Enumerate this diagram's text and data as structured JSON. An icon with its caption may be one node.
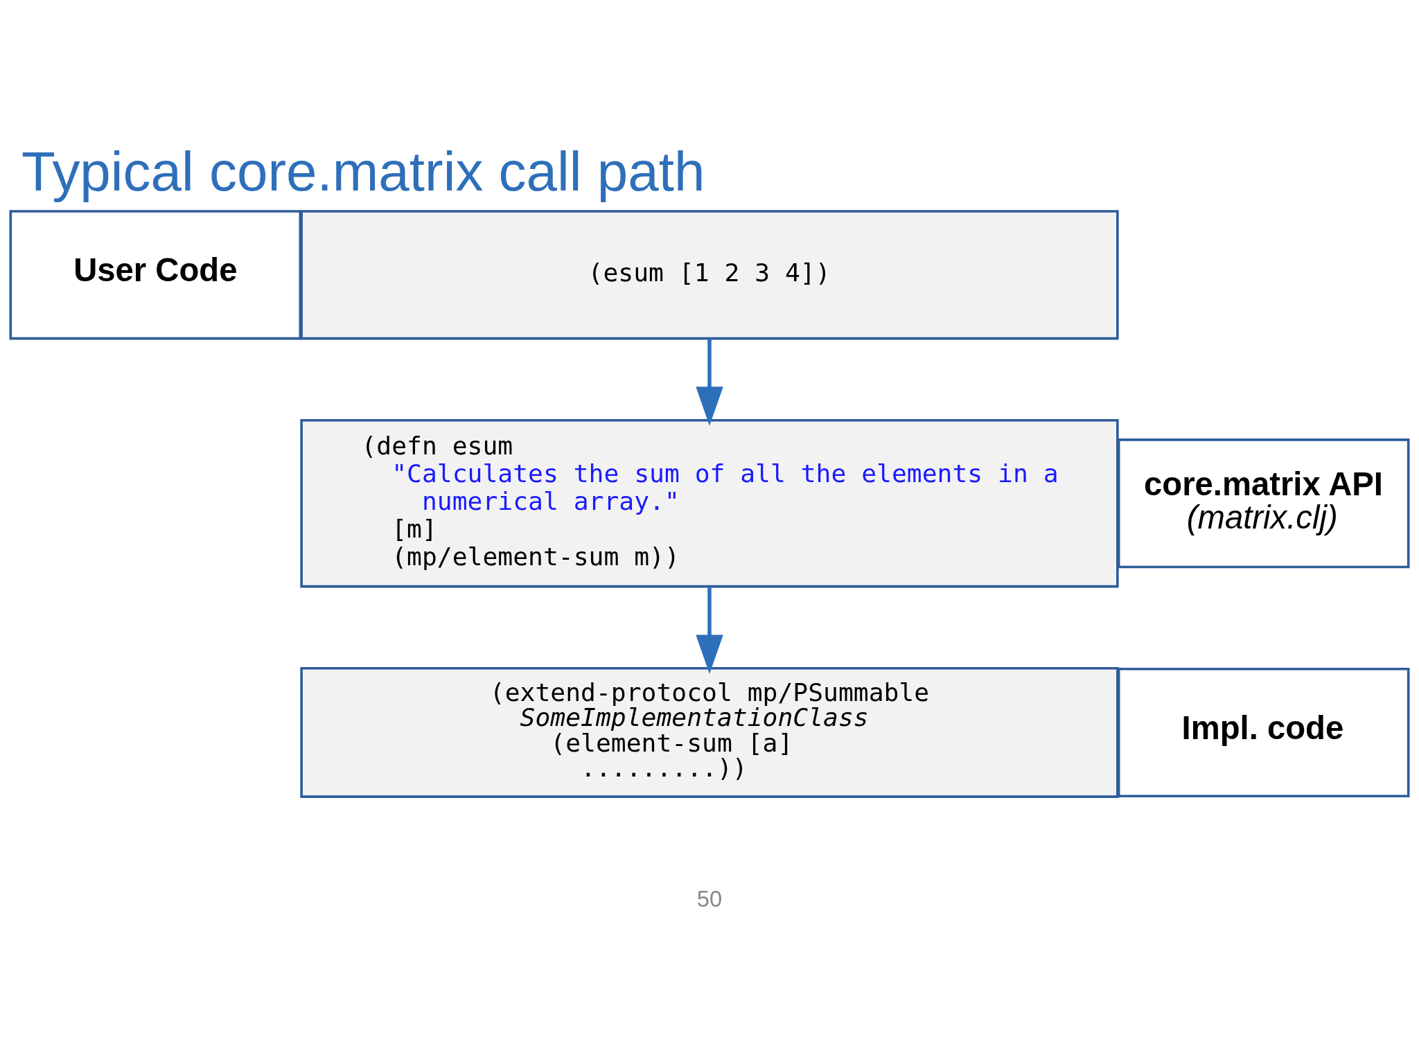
{
  "diagram": {
    "title": "Typical core.matrix call path",
    "nodes": [
      {
        "text": [
          "User Code"
        ]
      },
      {
        "text": [
          "(esum [1 2 3 4])"
        ]
      },
      {
        "text": [
          "core.matrix API",
          "(matrix.clj)"
        ]
      },
      {
        "text": [
          "(defn esum",
          "\"Calculates the sum of all the elements in a",
          "numerical array.\"",
          "[m]",
          "(mp/element-sum m))"
        ]
      },
      {
        "text": [
          "Impl. code"
        ]
      },
      {
        "text": [
          "(extend-protocol mp/PSummable",
          "SomeImplementationClass",
          "(element-sum [a]",
          ".........))"
        ]
      }
    ],
    "edges": [
      {
        "from": 1,
        "to": 3,
        "arrow": "to"
      },
      {
        "from": 3,
        "to": 5,
        "arrow": "to"
      }
    ],
    "labels": [
      "50"
    ]
  }
}
